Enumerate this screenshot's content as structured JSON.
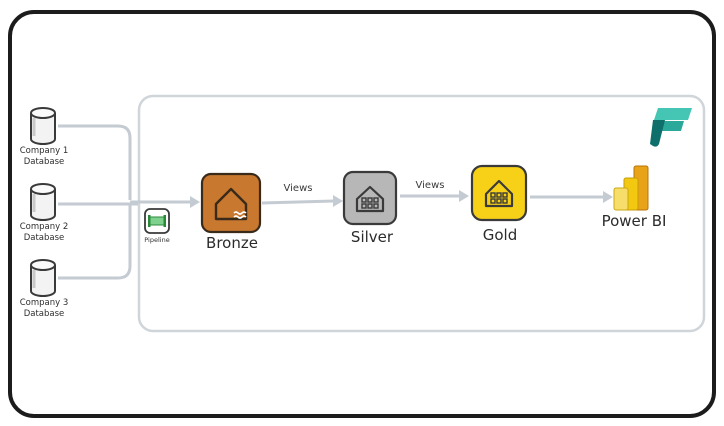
{
  "colors": {
    "bronze": "#c8782f",
    "silver": "#b7b7b7",
    "gold": "#f7d117",
    "pipeline": "#2a8a3a",
    "wire": "#c5cbd2",
    "frame": "#1c1c1c",
    "fabric_accent": "#2aa89a",
    "powerbi": "#f2c811"
  },
  "sources": [
    {
      "line1": "Company 1",
      "line2": "Database",
      "icon": "database-icon"
    },
    {
      "line1": "Company 2",
      "line2": "Database",
      "icon": "database-icon"
    },
    {
      "line1": "Company 3",
      "line2": "Database",
      "icon": "database-icon"
    }
  ],
  "pipeline": {
    "label": "Pipeline",
    "icon": "pipeline-icon"
  },
  "layers": [
    {
      "label": "Bronze",
      "icon": "lakehouse-icon"
    },
    {
      "label": "Silver",
      "icon": "warehouse-icon"
    },
    {
      "label": "Gold",
      "icon": "warehouse-icon"
    }
  ],
  "edges": [
    {
      "from": "Bronze",
      "to": "Silver",
      "label": "Views"
    },
    {
      "from": "Silver",
      "to": "Gold",
      "label": "Views"
    }
  ],
  "powerbi": {
    "label": "Power BI",
    "icon": "powerbi-icon"
  },
  "fabric": {
    "icon": "fabric-logo-icon"
  }
}
